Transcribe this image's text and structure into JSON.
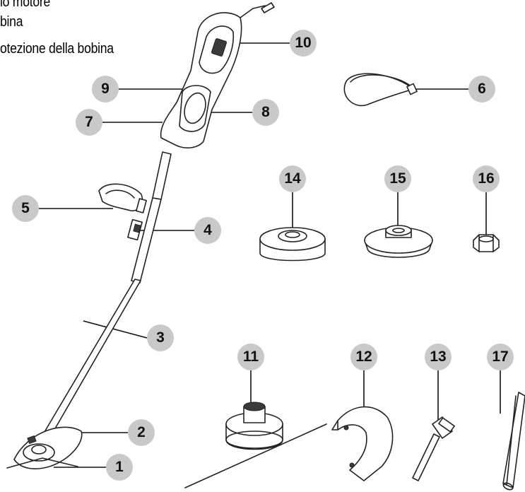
{
  "parts_list": [
    "lo motore",
    "bina",
    "otezione della bobina"
  ],
  "callouts": [
    "1",
    "2",
    "3",
    "4",
    "5",
    "6",
    "7",
    "8",
    "9",
    "10",
    "11",
    "12",
    "13",
    "14",
    "15",
    "16",
    "17"
  ],
  "colors": {
    "callout_fill": "#c9c9c9",
    "line": "#222222"
  }
}
